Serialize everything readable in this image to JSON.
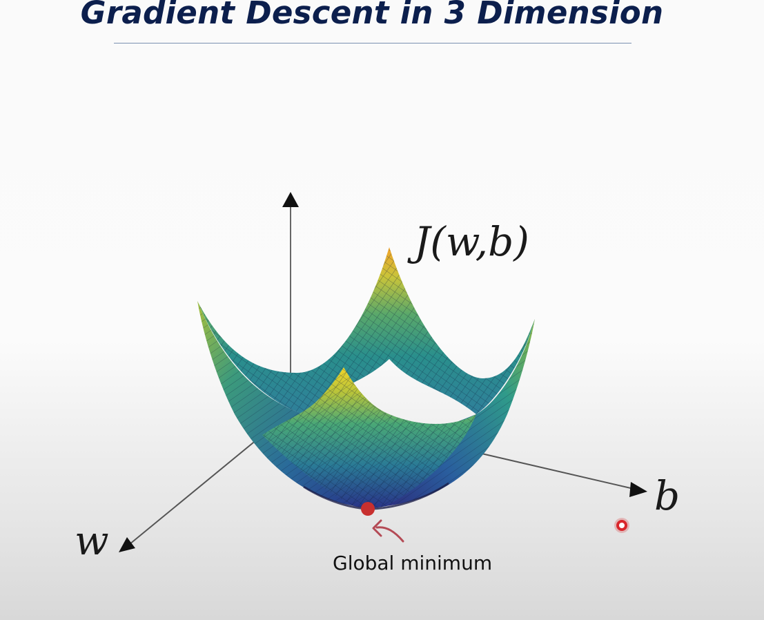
{
  "slide": {
    "title": "Gradient Descent in 3 Dimension"
  },
  "diagram": {
    "function_label": "J(w,b)",
    "axis_w_label": "w",
    "axis_b_label": "b",
    "minimum_caption": "Global minimum",
    "colors": {
      "title": "#0c1f4d",
      "surface_low": "#3a2a8c",
      "surface_mid": "#2a9a8a",
      "surface_high": "#f0dc2a",
      "minimum_point": "#c8302f",
      "arrow": "#b44a55"
    }
  }
}
